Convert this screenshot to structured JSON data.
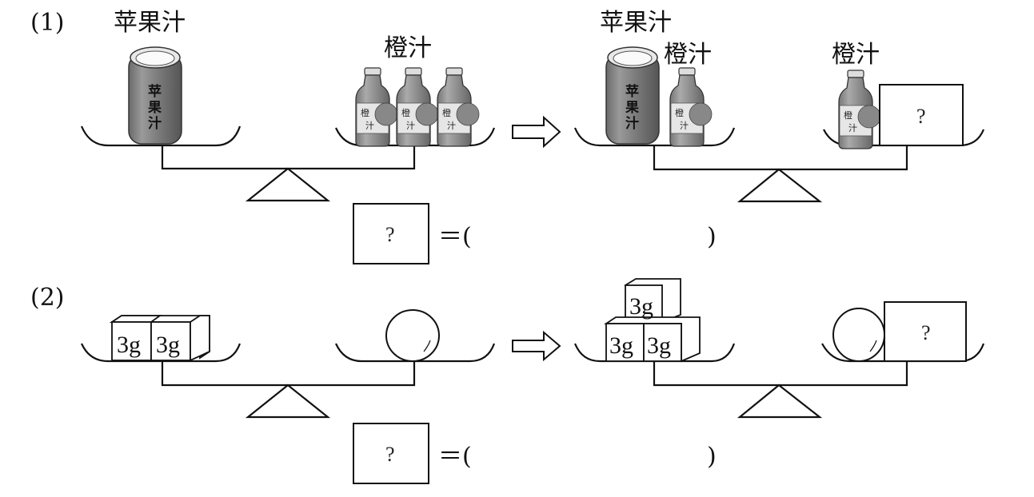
{
  "problems": [
    {
      "number": "(1)",
      "before": {
        "left_label": "苹果汁",
        "right_label": "橙汁",
        "can_label": [
          "苹",
          "果",
          "汁"
        ],
        "bottle_label": [
          "橙",
          "汁"
        ],
        "right_bottle_count": 3
      },
      "after": {
        "left_label_top": "苹果汁",
        "left_label_side": "橙汁",
        "right_label": "橙汁",
        "unknown_mark": "?"
      },
      "equation": {
        "unknown_mark": "?",
        "equals": "＝(",
        "close": ")"
      }
    },
    {
      "number": "(2)",
      "before": {
        "cube_labels": [
          "3g",
          "3g"
        ]
      },
      "after": {
        "cube_labels": [
          "3g",
          "3g",
          "3g"
        ],
        "unknown_mark": "?"
      },
      "equation": {
        "unknown_mark": "?",
        "equals": "＝(",
        "close": ")"
      }
    }
  ],
  "arrow": "right-arrow"
}
